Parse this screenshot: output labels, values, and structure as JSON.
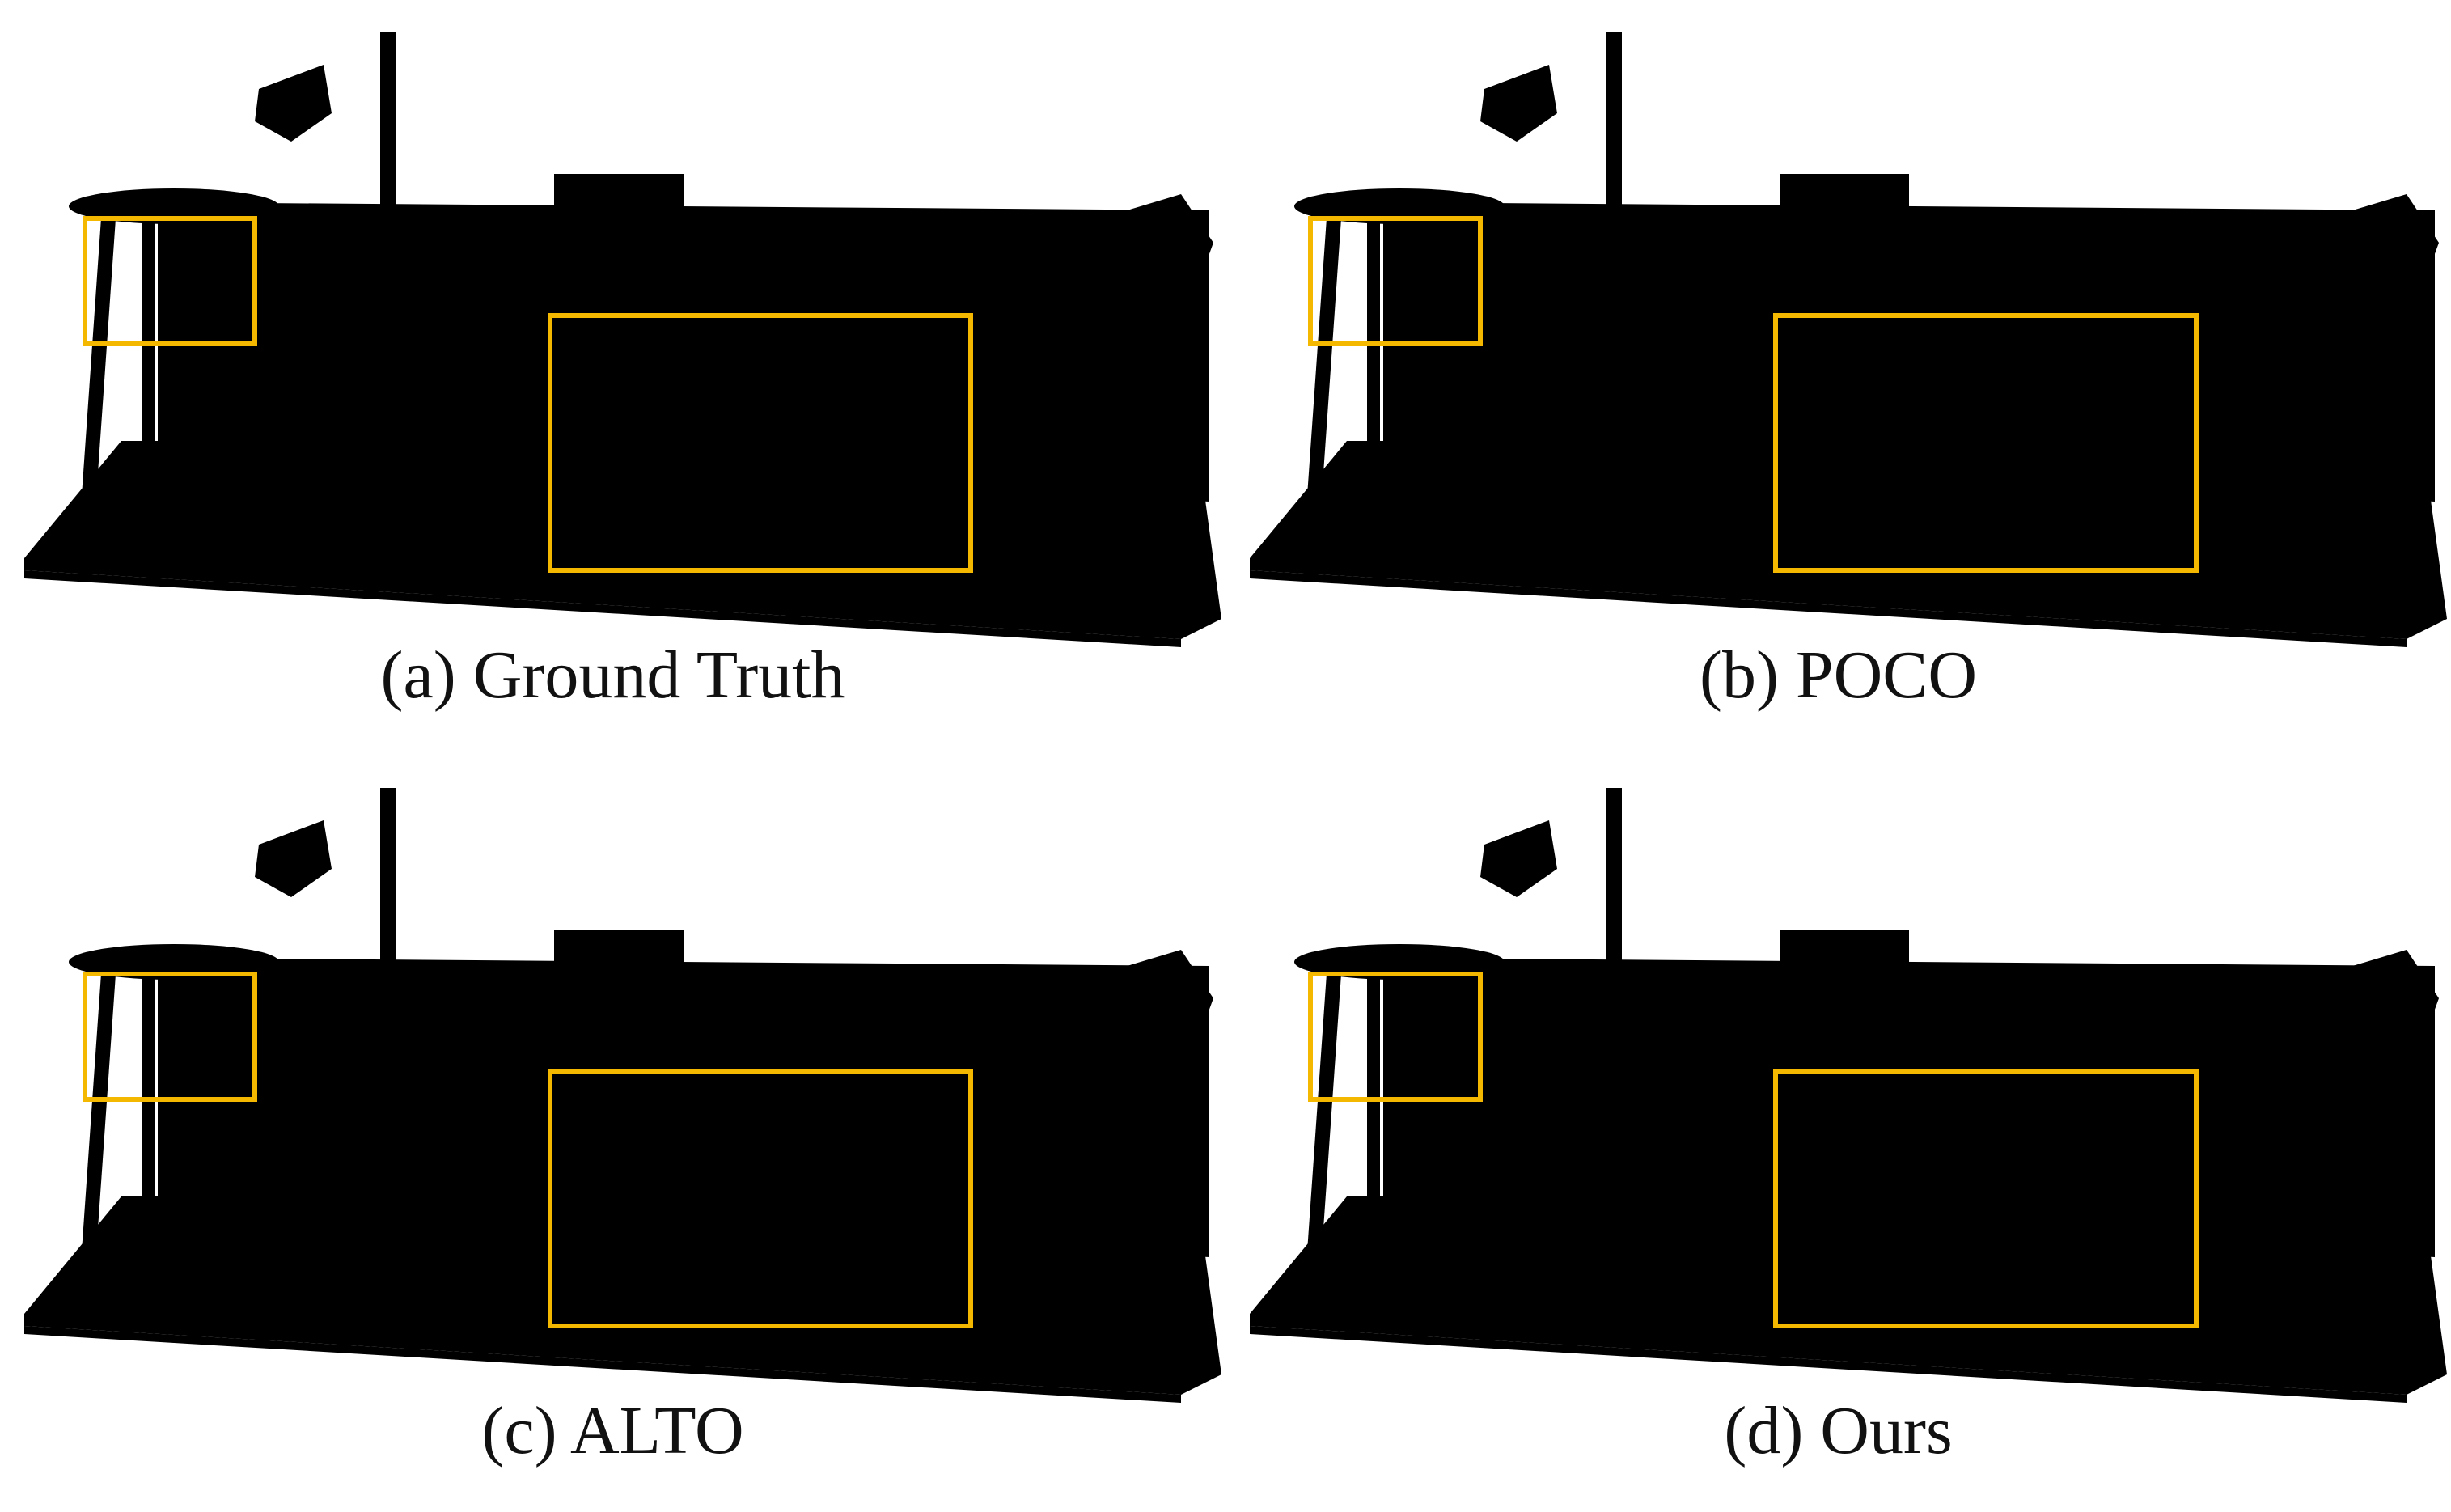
{
  "panels": [
    {
      "id": "a",
      "caption": "(a) Ground Truth"
    },
    {
      "id": "b",
      "caption": "(b) POCO"
    },
    {
      "id": "c",
      "caption": "(c) ALTO"
    },
    {
      "id": "d",
      "caption": "(d) Ours"
    }
  ],
  "colors": {
    "highlight_box": "#f5b800",
    "gt_floor": "#bfe3ef",
    "gt_wall": "#8fb3c4",
    "gt_object": "#9cc0d0",
    "recon_floor": "#efefef",
    "recon_wall": "#8a8a8a",
    "recon_object": "#a8a8a8"
  },
  "icons": [
    "table-object",
    "floor-lamp-object",
    "stool-object",
    "armchair-object"
  ]
}
